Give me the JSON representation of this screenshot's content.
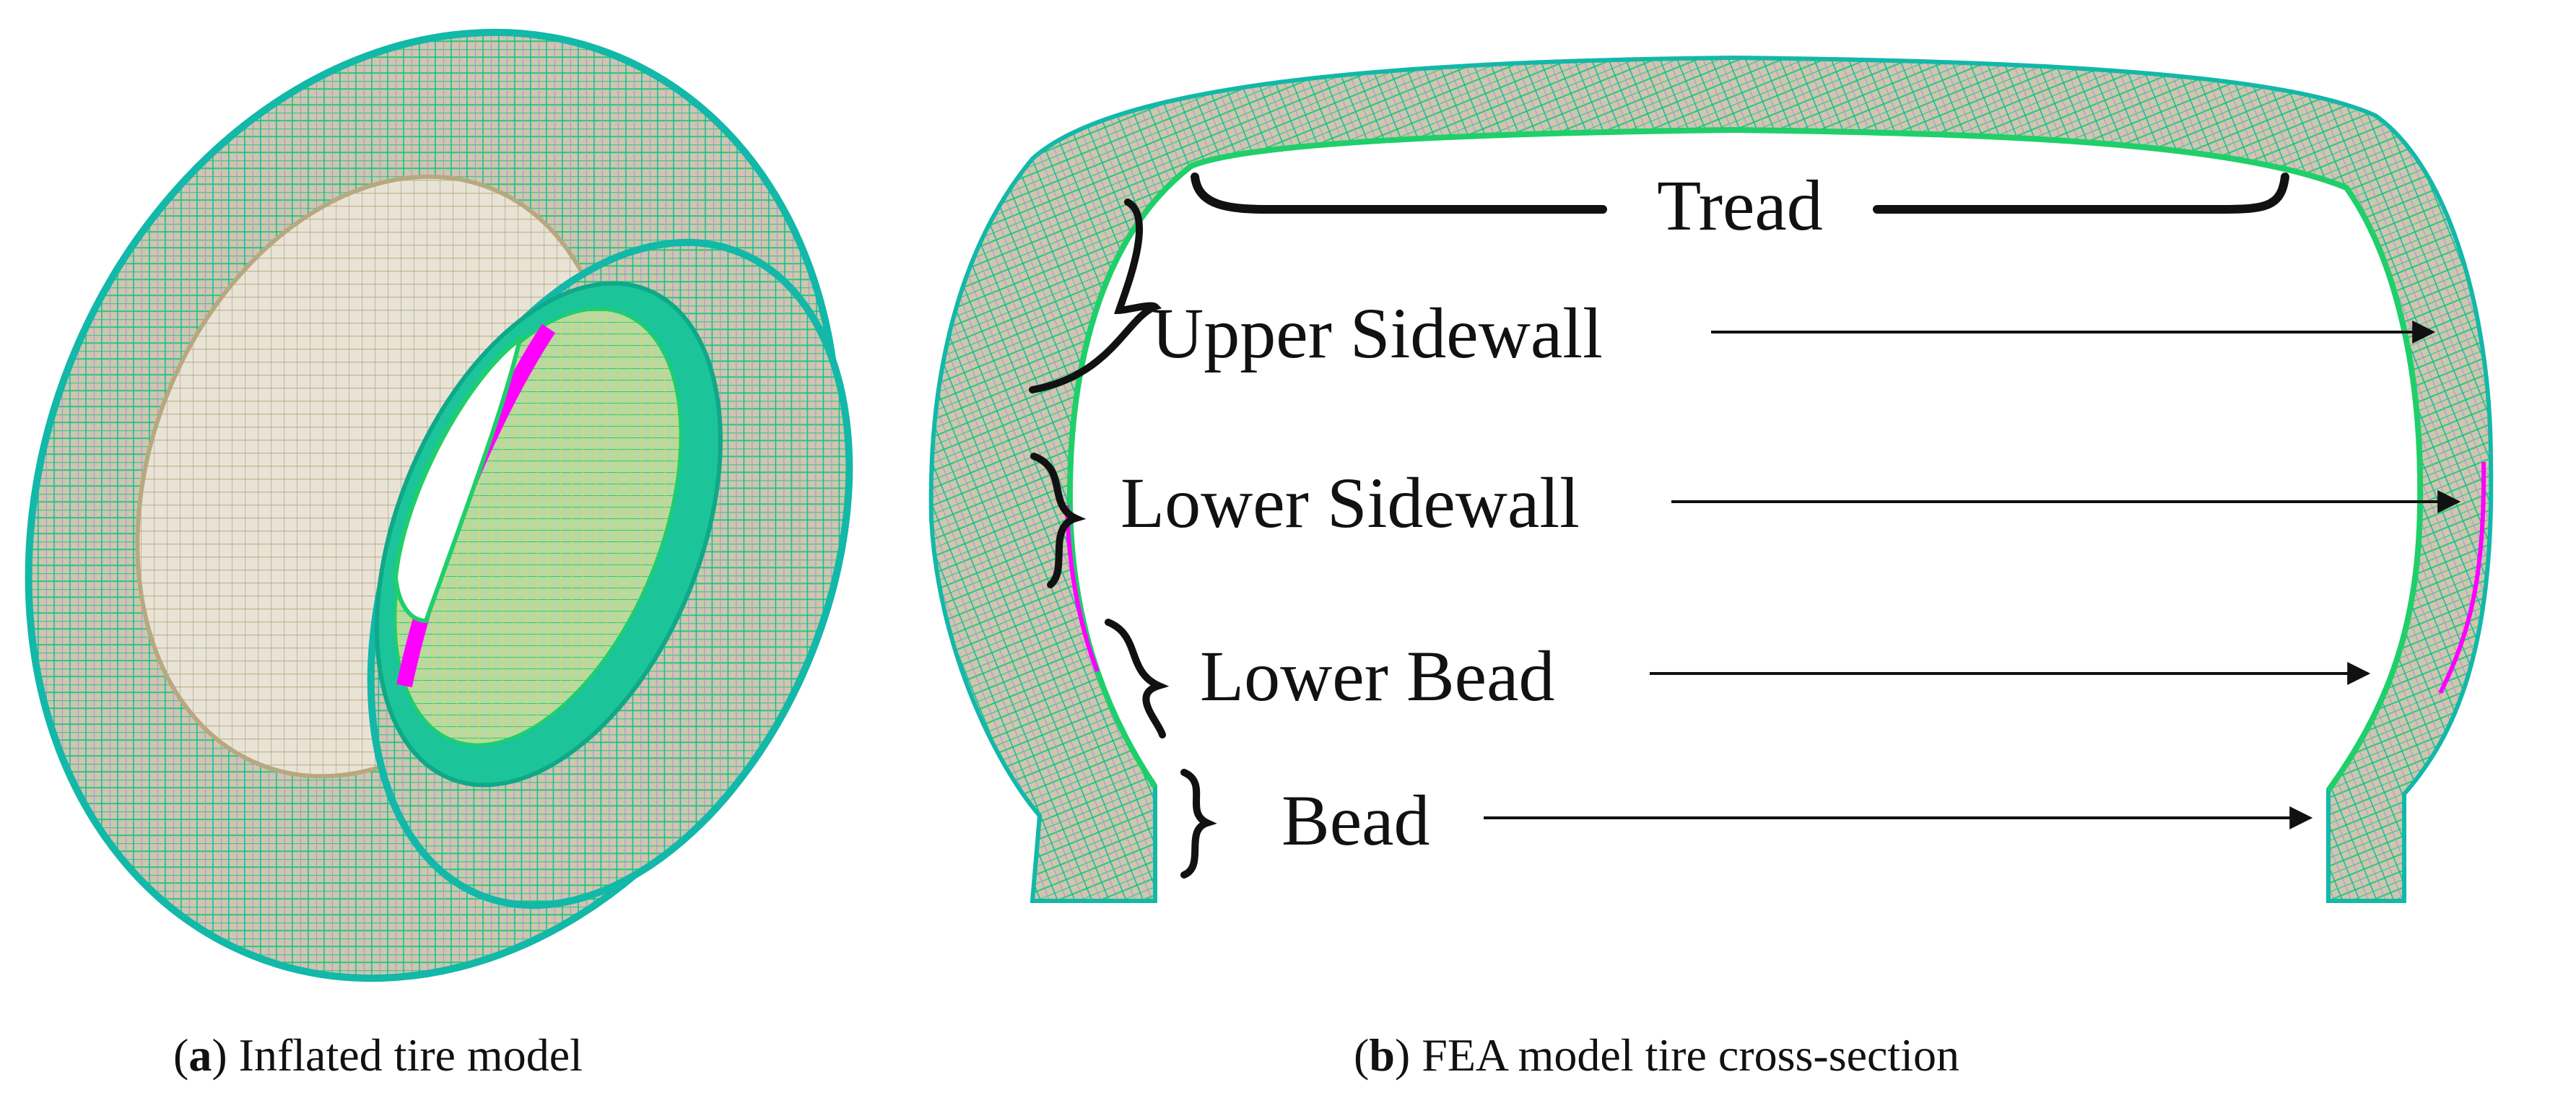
{
  "labels": {
    "tread": "Tread",
    "upper_sidewall": "Upper Sidewall",
    "lower_sidewall": "Lower Sidewall",
    "lower_bead": "Lower Bead",
    "bead": "Bead"
  },
  "captions": {
    "a": {
      "letter": "a",
      "text": "Inflated tire model"
    },
    "b": {
      "letter": "b",
      "text": "FEA model tire cross-section"
    }
  },
  "colors": {
    "mesh_teal": "#12b8a8",
    "mesh_green": "#1fcf6a",
    "mesh_tan": "#b8a880",
    "mesh_violet": "#a890e0",
    "mesh_magenta": "#ff00ff",
    "mesh_yellow": "#d8d860",
    "ink": "#111111"
  }
}
